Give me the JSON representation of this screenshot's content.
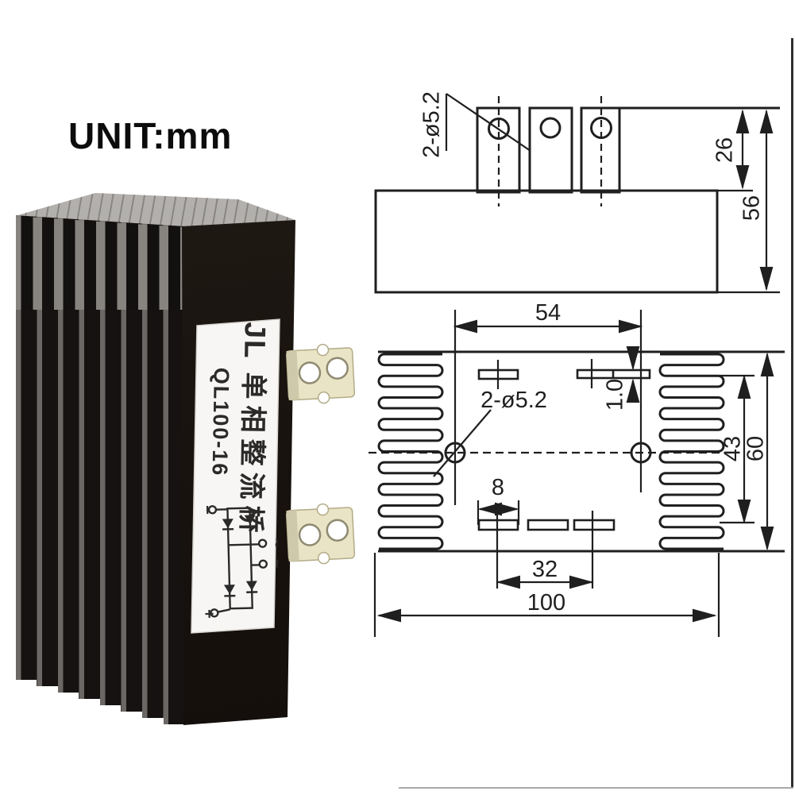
{
  "page": {
    "unit_label": "UNIT:mm"
  },
  "photo": {
    "label": {
      "brand": "JL",
      "product_cn": "单相整流桥",
      "model": "QL100-16"
    },
    "schematic_terminals": {
      "negative": "−",
      "positive": "+",
      "ac_a": "~",
      "ac_b": "~"
    }
  },
  "side_view": {
    "hole_callout": "2-ø5.2",
    "tab_height": "26",
    "total_height": "56"
  },
  "top_view": {
    "hole_spacing": "54",
    "hole_callout": "2-ø5.2",
    "slot_width": "1.0",
    "slot_length": "8",
    "slot_spacing": "32",
    "overall_width": "100",
    "row_spacing": "43",
    "overall_depth": "60"
  },
  "colors": {
    "line": "#1f1f1f",
    "fin_dark": "#161211",
    "fin_gap": "#6b6764",
    "panel": "#1a1410",
    "label_bg": "#f7f6f4",
    "lug_brass": "#eae4c6",
    "border": "#2f2f2f"
  }
}
